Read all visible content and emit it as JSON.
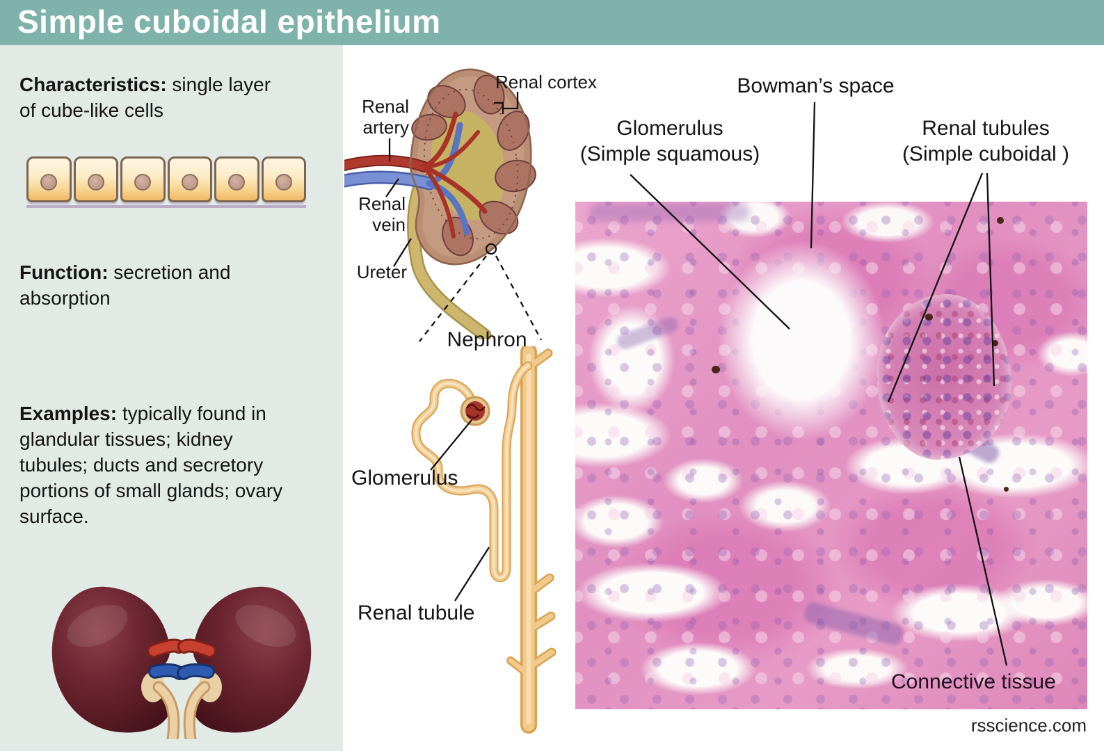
{
  "header": {
    "title": "Simple cuboidal epithelium"
  },
  "sidebar": {
    "characteristics": {
      "label": "Characteristics:",
      "text": " single layer\nof cube-like cells"
    },
    "function": {
      "label": "Function:",
      "text": " secretion and\nabsorption"
    },
    "examples": {
      "label": "Examples:",
      "text": " typically found in\nglandular tissues; kidney\ntubules; ducts and secretory\nportions of small glands; ovary\nsurface."
    }
  },
  "kidney_diagram": {
    "labels": {
      "renal_cortex": "Renal cortex",
      "renal_artery": "Renal\nartery",
      "renal_vein": "Renal\nvein",
      "ureter": "Ureter"
    }
  },
  "nephron_diagram": {
    "labels": {
      "nephron": "Nephron",
      "glomerulus": "Glomerulus",
      "renal_tubule": "Renal tubule"
    }
  },
  "micrograph": {
    "labels": {
      "bowmans_space": "Bowman’s space",
      "glomerulus": "Glomerulus\n(Simple squamous)",
      "renal_tubules": "Renal tubules\n(Simple cuboidal )",
      "connective_tissue": "Connective tissue"
    }
  },
  "footer": {
    "watermark": "rsscience.com"
  },
  "colors": {
    "header_bg": "#7fb2aa",
    "sidebar_bg": "#e2eae6",
    "micrograph_pink": "#e59bc5",
    "stain_purple": "#8d5fa8",
    "text": "#141414"
  }
}
